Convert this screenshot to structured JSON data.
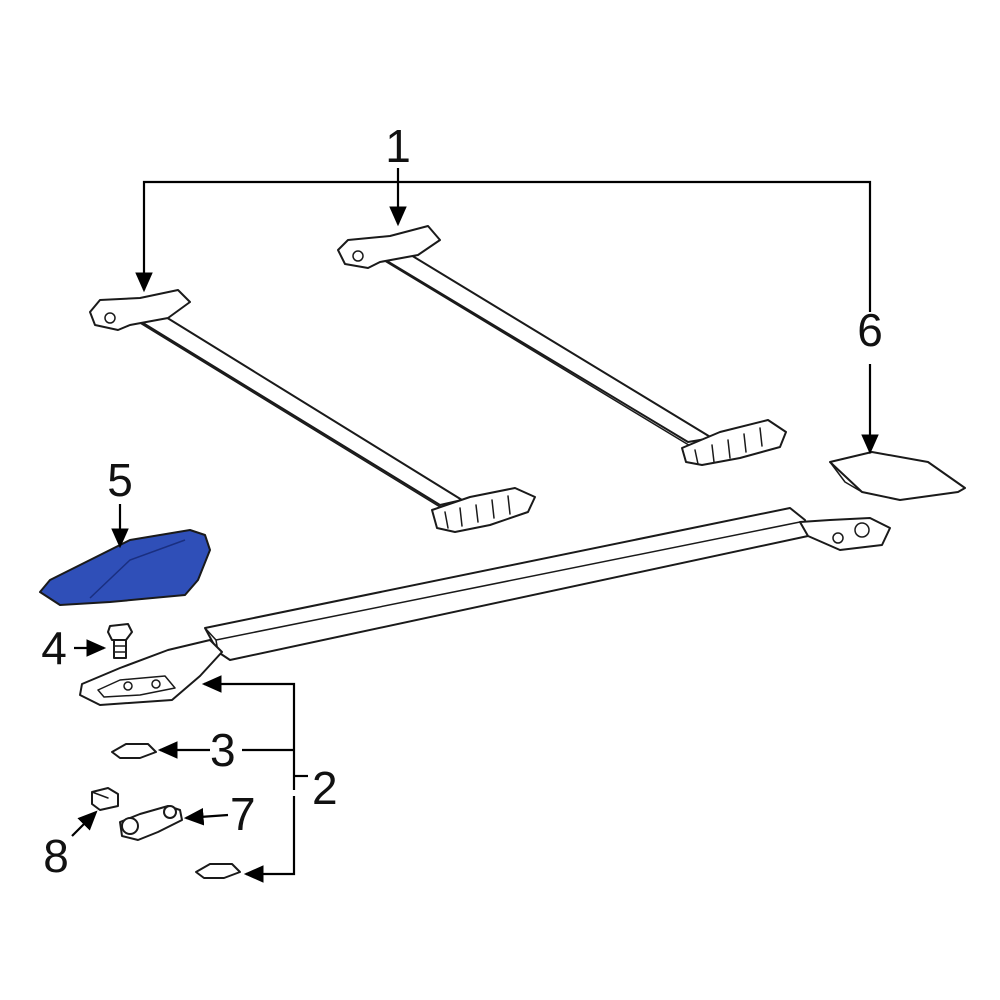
{
  "callouts": {
    "c1": "1",
    "c2": "2",
    "c3": "3",
    "c4": "4",
    "c5": "5",
    "c6": "6",
    "c7": "7",
    "c8": "8"
  },
  "colors": {
    "highlight": "#2f4fb8",
    "line": "#1a1a1a",
    "background": "#ffffff"
  }
}
